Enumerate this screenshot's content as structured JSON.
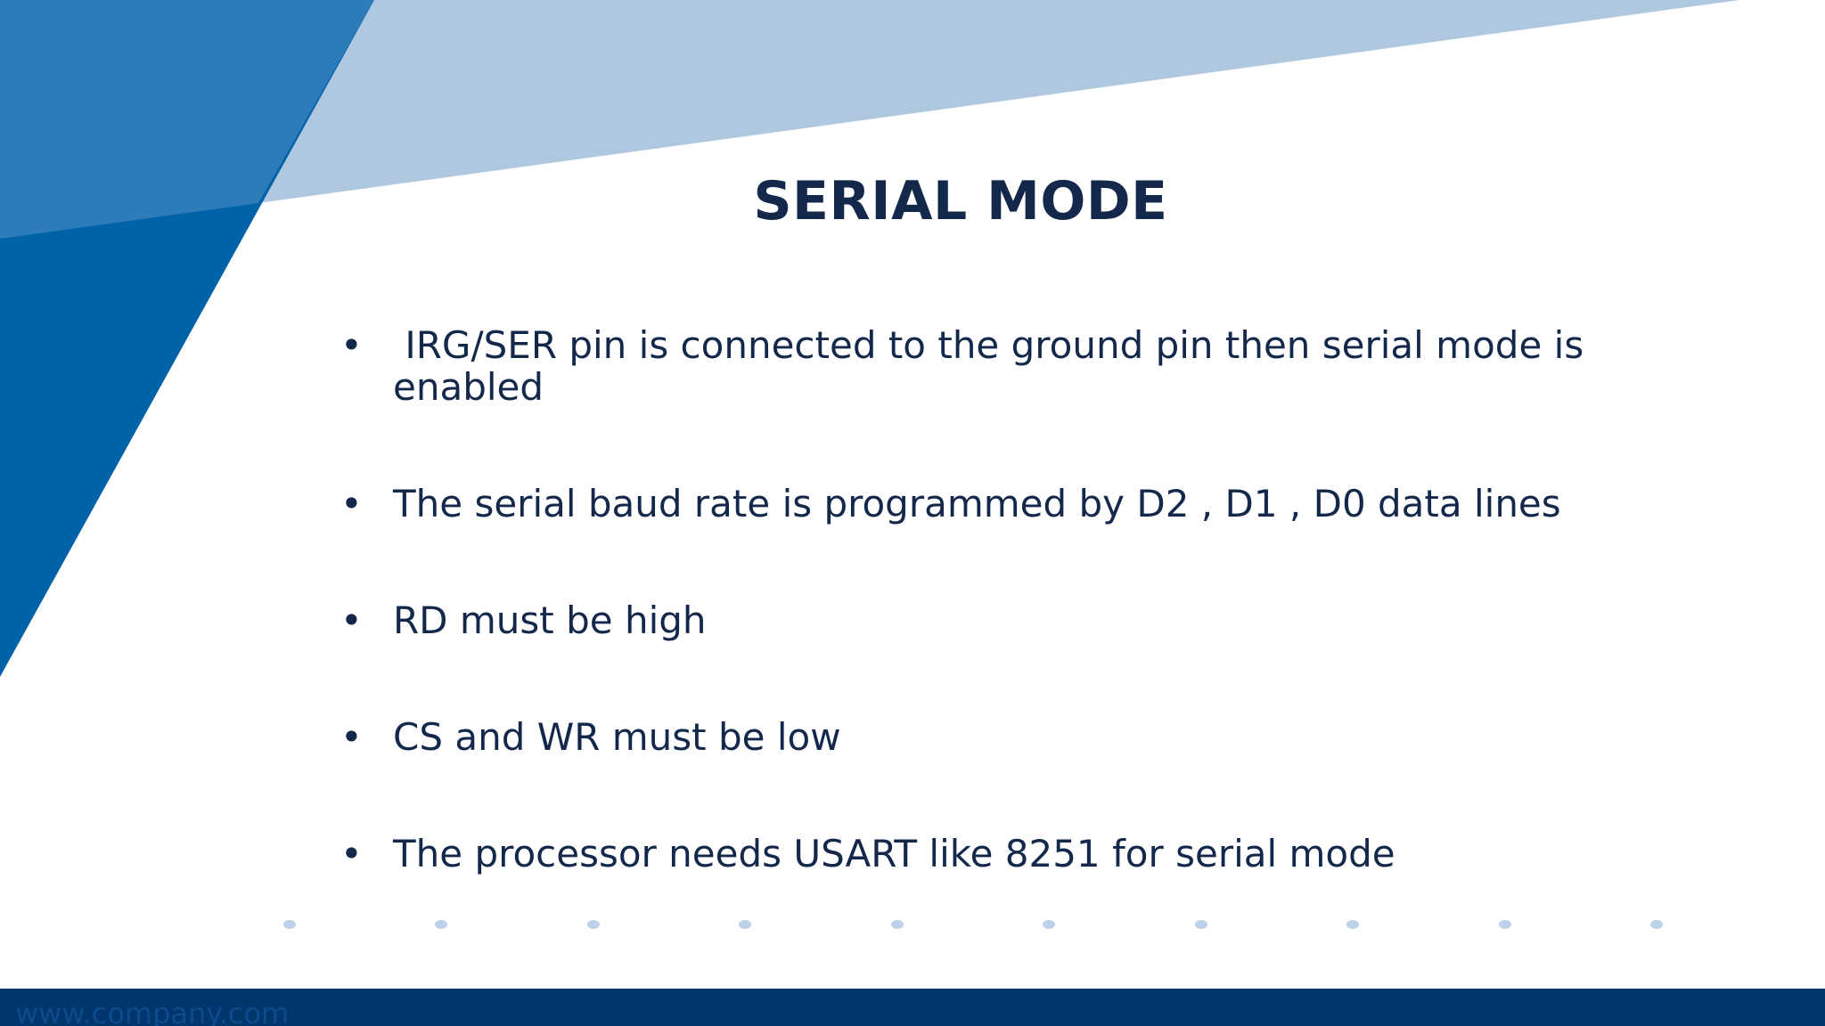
{
  "slide": {
    "title": "SERIAL MODE",
    "bullet_marker": "•",
    "bullets": [
      " IRG/SER pin is connected to the ground pin then serial mode is enabled",
      "The serial baud rate is programmed by D2 , D1 , D0 data lines",
      "RD must be high",
      "CS and WR must be low",
      "The processor needs USART like 8251 for serial mode"
    ],
    "footer_url": "www.company.com"
  },
  "colors": {
    "title_text": "#14284b",
    "body_text": "#14284b",
    "accent_dark_blue": "#0063a9",
    "accent_mid_blue": "#2d7bb8",
    "accent_light_blue": "#afc8e0",
    "footer_bar": "#00366e",
    "dot_color": "#bdd1ea"
  }
}
